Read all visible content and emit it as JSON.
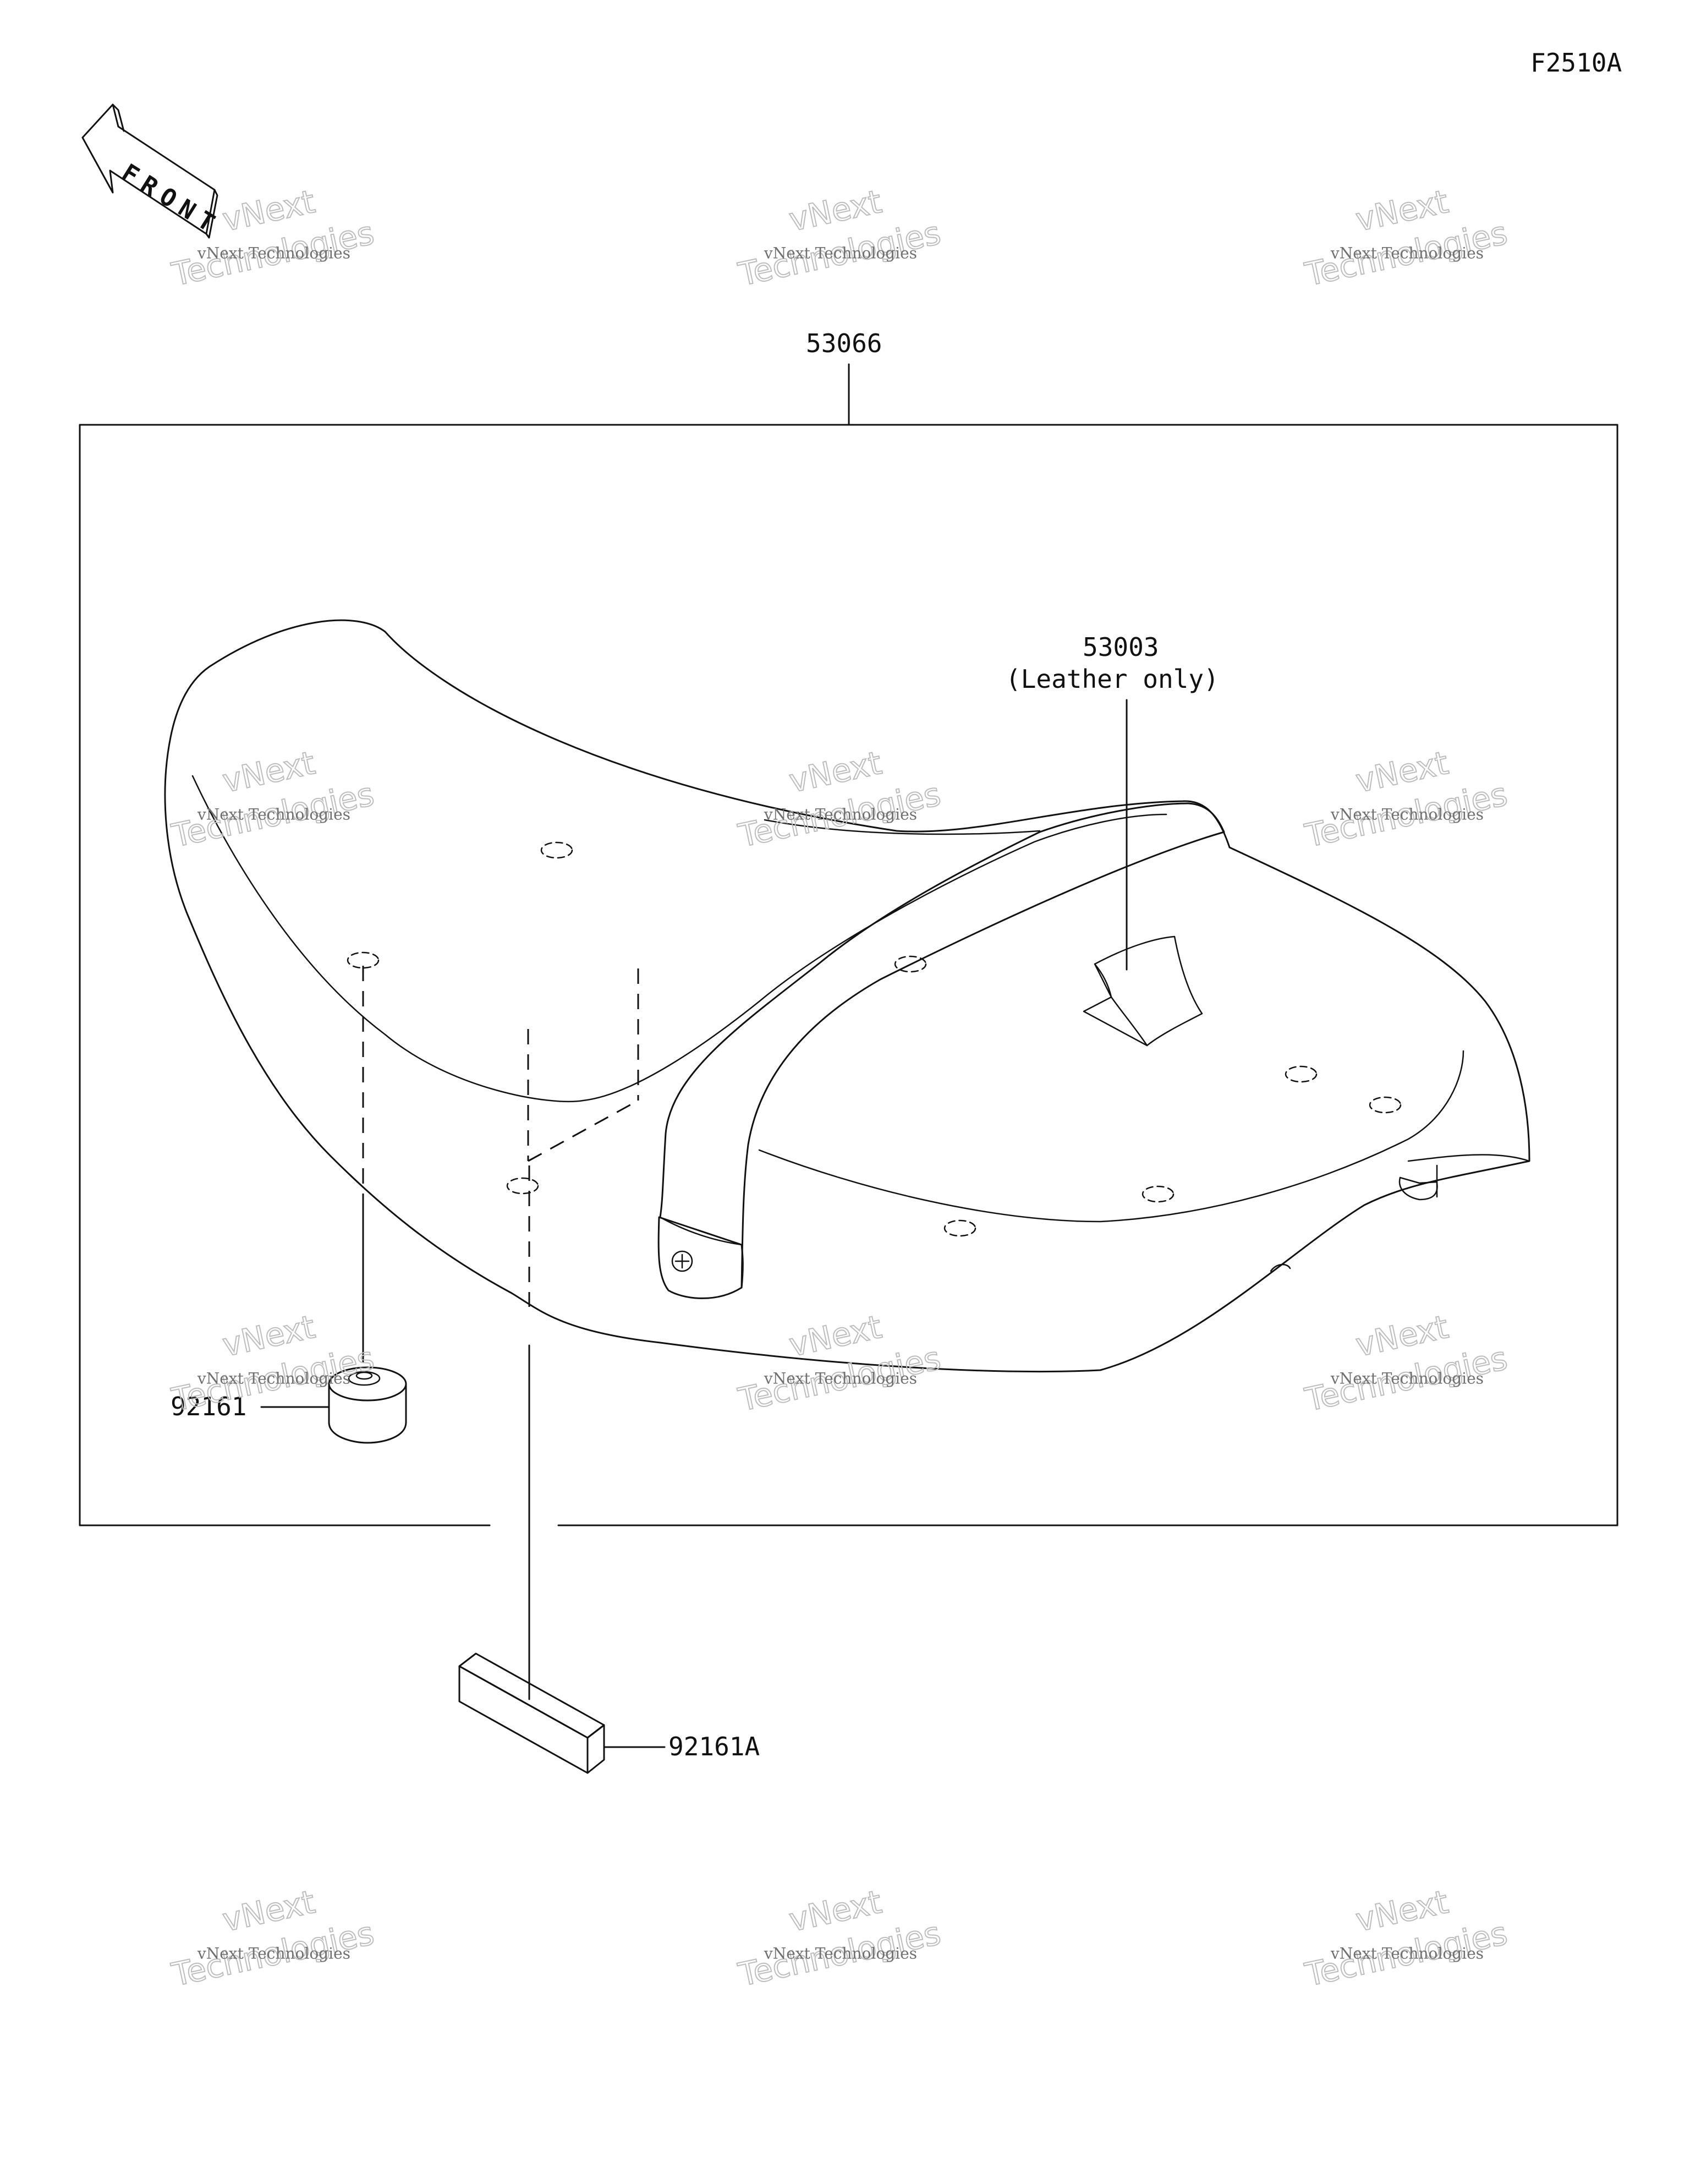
{
  "figure_code": "F2510A",
  "front_arrow": {
    "label": "FRONT"
  },
  "parts": {
    "seat_assembly": {
      "number": "53066"
    },
    "seat_cover": {
      "number": "53003",
      "note": "(Leather only)"
    },
    "damper": {
      "number": "92161"
    },
    "pad": {
      "number": "92161A"
    }
  },
  "watermark": {
    "line1": "vNext Technologies",
    "line2_top": "vNext",
    "line2_bottom": "Technologies"
  },
  "colors": {
    "ink": "#111111",
    "watermark": "#bdbdbd",
    "background": "#ffffff"
  }
}
